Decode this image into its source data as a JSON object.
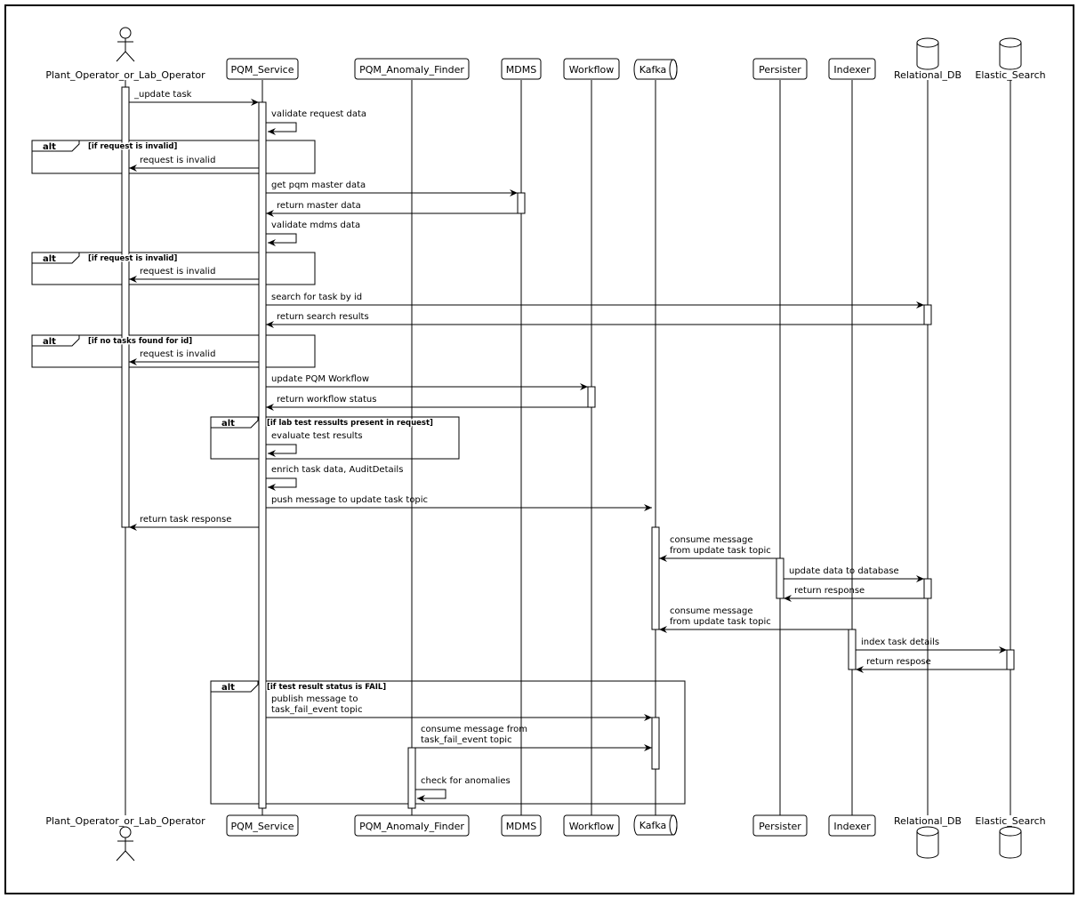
{
  "participants": [
    {
      "id": "actor",
      "name": "Plant_Operator_or_Lab_Operator",
      "kind": "actor"
    },
    {
      "id": "svc",
      "name": "PQM_Service",
      "kind": "box"
    },
    {
      "id": "finder",
      "name": "PQM_Anomaly_Finder",
      "kind": "box"
    },
    {
      "id": "mdms",
      "name": "MDMS",
      "kind": "box"
    },
    {
      "id": "wf",
      "name": "Workflow",
      "kind": "box"
    },
    {
      "id": "kafka",
      "name": "Kafka",
      "kind": "queue"
    },
    {
      "id": "persister",
      "name": "Persister",
      "kind": "box"
    },
    {
      "id": "indexer",
      "name": "Indexer",
      "kind": "box"
    },
    {
      "id": "rdb",
      "name": "Relational_DB",
      "kind": "database"
    },
    {
      "id": "es",
      "name": "Elastic_Search",
      "kind": "database"
    }
  ],
  "messages": [
    {
      "from": "actor",
      "to": "svc",
      "lines": [
        "_update task"
      ]
    },
    {
      "from": "svc",
      "to": "svc",
      "lines": [
        "validate request data"
      ]
    },
    {
      "from": "svc",
      "to": "actor",
      "lines": [
        "request is invalid"
      ]
    },
    {
      "from": "svc",
      "to": "mdms",
      "lines": [
        "get pqm master data"
      ]
    },
    {
      "from": "mdms",
      "to": "svc",
      "lines": [
        "return master data"
      ]
    },
    {
      "from": "svc",
      "to": "svc",
      "lines": [
        "validate mdms data"
      ]
    },
    {
      "from": "svc",
      "to": "actor",
      "lines": [
        "request is invalid"
      ]
    },
    {
      "from": "svc",
      "to": "rdb",
      "lines": [
        "search for task by id"
      ]
    },
    {
      "from": "rdb",
      "to": "svc",
      "lines": [
        "return search results"
      ]
    },
    {
      "from": "svc",
      "to": "actor",
      "lines": [
        "request is invalid"
      ]
    },
    {
      "from": "svc",
      "to": "wf",
      "lines": [
        "update PQM Workflow"
      ]
    },
    {
      "from": "wf",
      "to": "svc",
      "lines": [
        "return workflow status"
      ]
    },
    {
      "from": "svc",
      "to": "svc",
      "lines": [
        "evaluate test results"
      ]
    },
    {
      "from": "svc",
      "to": "svc",
      "lines": [
        "enrich task data, AuditDetails"
      ]
    },
    {
      "from": "svc",
      "to": "kafka",
      "lines": [
        "push message to update task topic"
      ]
    },
    {
      "from": "svc",
      "to": "actor",
      "lines": [
        "return task response"
      ]
    },
    {
      "from": "persister",
      "to": "kafka",
      "lines": [
        "consume message",
        "from update task topic"
      ]
    },
    {
      "from": "persister",
      "to": "rdb",
      "lines": [
        "update data to database"
      ]
    },
    {
      "from": "rdb",
      "to": "persister",
      "lines": [
        "return response"
      ]
    },
    {
      "from": "indexer",
      "to": "kafka",
      "lines": [
        "consume message",
        "from update task topic"
      ]
    },
    {
      "from": "indexer",
      "to": "es",
      "lines": [
        "index task details"
      ]
    },
    {
      "from": "es",
      "to": "indexer",
      "lines": [
        "return respose"
      ]
    },
    {
      "from": "svc",
      "to": "kafka",
      "lines": [
        "publish message to",
        "task_fail_event topic"
      ]
    },
    {
      "from": "finder",
      "to": "kafka",
      "lines": [
        "consume message from",
        "task_fail_event topic"
      ]
    },
    {
      "from": "finder",
      "to": "finder",
      "lines": [
        "check for anomalies"
      ]
    }
  ],
  "fragments": [
    {
      "type": "alt",
      "condition": "[if request is invalid]"
    },
    {
      "type": "alt",
      "condition": "[if request is invalid]"
    },
    {
      "type": "alt",
      "condition": "[if no tasks found for id]"
    },
    {
      "type": "alt",
      "condition": "[if lab test ressults present in request]"
    },
    {
      "type": "alt",
      "condition": "[if test result status is FAIL]"
    }
  ]
}
